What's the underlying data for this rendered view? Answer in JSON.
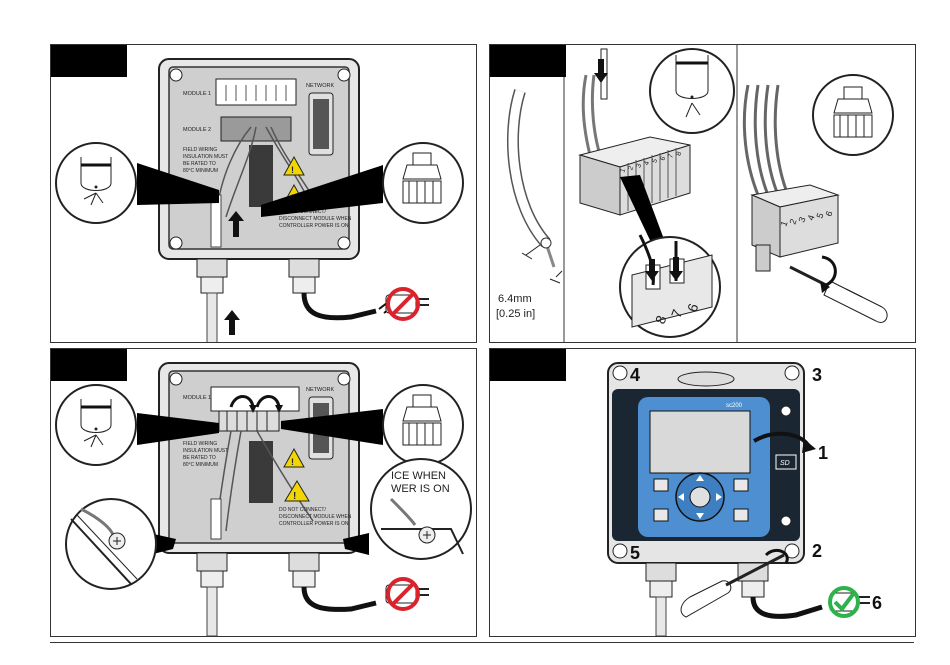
{
  "panel1": {
    "module_label_1": "MODULE 1",
    "module_label_2": "MODULE 2",
    "network_label": "NETWORK",
    "insulation_note": [
      "FIELD WIRING",
      "INSULATION MUST",
      "BE RATED TO",
      "80°C MINIMUM"
    ],
    "warning_note": [
      "DO NOT CONNECT/",
      "DISCONNECT MODULE WHEN",
      "CONTROLLER POWER IS ON"
    ]
  },
  "panel2": {
    "terminal_numbers": [
      "1",
      "2",
      "3",
      "4",
      "5",
      "6",
      "7",
      "8"
    ],
    "zoom_numbers": [
      "6",
      "7",
      "8"
    ],
    "strip_length": "6.4mm",
    "strip_length_in": "[0.25 in]",
    "plug_numbers": [
      "1",
      "2",
      "3",
      "4",
      "5",
      "6"
    ]
  },
  "panel3": {
    "module_label_1": "MODULE 1",
    "network_label": "NETWORK",
    "insulation_note": [
      "FIELD WIRING",
      "INSULATION MUST",
      "BE RATED TO",
      "80°C MINIMUM"
    ],
    "warning_note": [
      "DO NOT CONNECT/",
      "DISCONNECT MODULE WHEN",
      "CONTROLLER POWER IS ON"
    ],
    "zoom_text": [
      "ICE WHEN",
      "WER IS ON"
    ]
  },
  "panel4": {
    "brand": "sc200",
    "sd_label": "SD",
    "step_labels": [
      "1",
      "2",
      "3",
      "4",
      "5",
      "6"
    ]
  },
  "colors": {
    "warning_yellow": "#f2d600",
    "prohibit_red": "#d9232d",
    "ok_green": "#2db34a",
    "display_blue": "#4d8fd0",
    "bezel_dark": "#1a2733"
  }
}
